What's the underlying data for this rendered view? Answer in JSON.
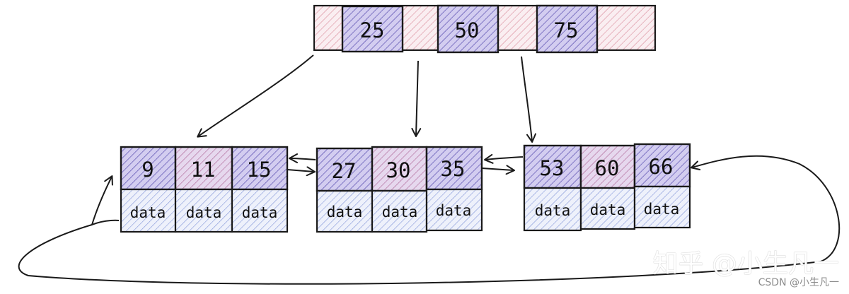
{
  "colors": {
    "key_hatch": "#5a4fb0",
    "key_fill": "#c9c3ea",
    "pad_hatch": "#d98a9a",
    "pad_fill": "#f6dfe4",
    "data_hatch": "#6b7fd0",
    "data_fill": "#e8ecfa",
    "stroke": "#1a1a1a"
  },
  "root": {
    "keys": [
      "25",
      "50",
      "75"
    ]
  },
  "leaves": [
    {
      "keys": [
        "9",
        "11",
        "15"
      ],
      "data": [
        "data",
        "data",
        "data"
      ]
    },
    {
      "keys": [
        "27",
        "30",
        "35"
      ],
      "data": [
        "data",
        "data",
        "data"
      ]
    },
    {
      "keys": [
        "53",
        "60",
        "66"
      ],
      "data": [
        "data",
        "data",
        "data"
      ]
    }
  ],
  "watermark": {
    "main": "知乎 @小生凡一",
    "sub": "CSDN @小生凡一"
  }
}
